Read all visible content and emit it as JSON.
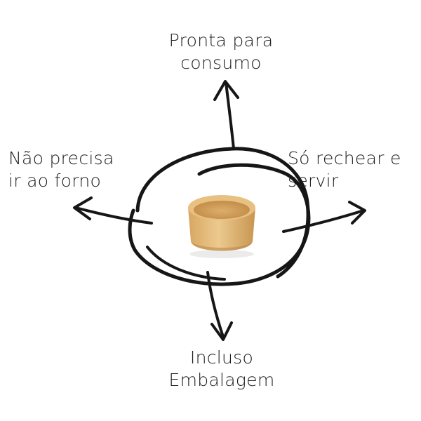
{
  "labels": {
    "top": [
      "Pronta para",
      "consumo"
    ],
    "left": [
      "Não precisa",
      "ir ao forno"
    ],
    "right": [
      "Só rechear e",
      "servir"
    ],
    "bottom": [
      "Incluso",
      "Embalagem"
    ]
  },
  "product": {
    "icon": "pastry-cup-icon"
  },
  "colors": {
    "stroke": "#161616",
    "pastry_light": "#e9c48a",
    "pastry_dark": "#c9964f",
    "background": "#ffffff"
  }
}
